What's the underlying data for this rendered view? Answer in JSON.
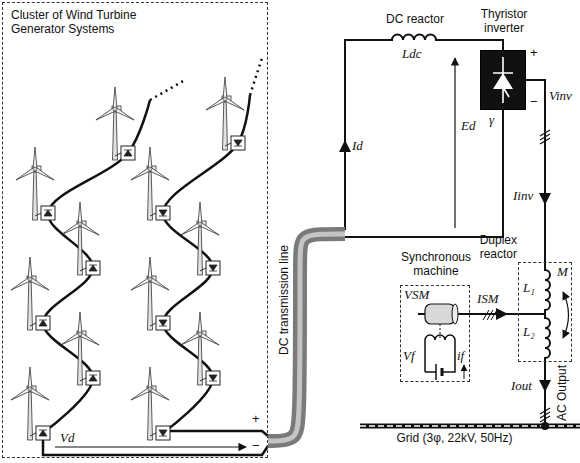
{
  "diagram": {
    "nodes": [
      {
        "text": [
          "Cluster of Wind Turbine Generator Systems"
        ]
      },
      {
        "text": [
          "Thyristor inverter"
        ]
      },
      {
        "text": [
          "Synchronous machine"
        ]
      },
      {
        "text": [
          "Duplex reactor"
        ]
      }
    ],
    "edges": [
      {
        "from": 0,
        "to": 1,
        "arrow": "none",
        "label": "DC transmission line"
      },
      {
        "from": 1,
        "to": 3,
        "arrow": "none"
      },
      {
        "from": 2,
        "to": 3,
        "arrow": "none"
      }
    ],
    "labels": [
      "DC reactor",
      "Ldc",
      "Id",
      "Ed",
      "+",
      "−",
      "γ",
      "Vinv",
      "Iinv",
      "M",
      "L₁",
      "L₂",
      "ISM",
      "VSM",
      "Vf",
      "if",
      "Iout",
      "AC Output",
      "Grid (3φ, 22kV, 50Hz)",
      "Vd",
      "+",
      "−"
    ]
  }
}
